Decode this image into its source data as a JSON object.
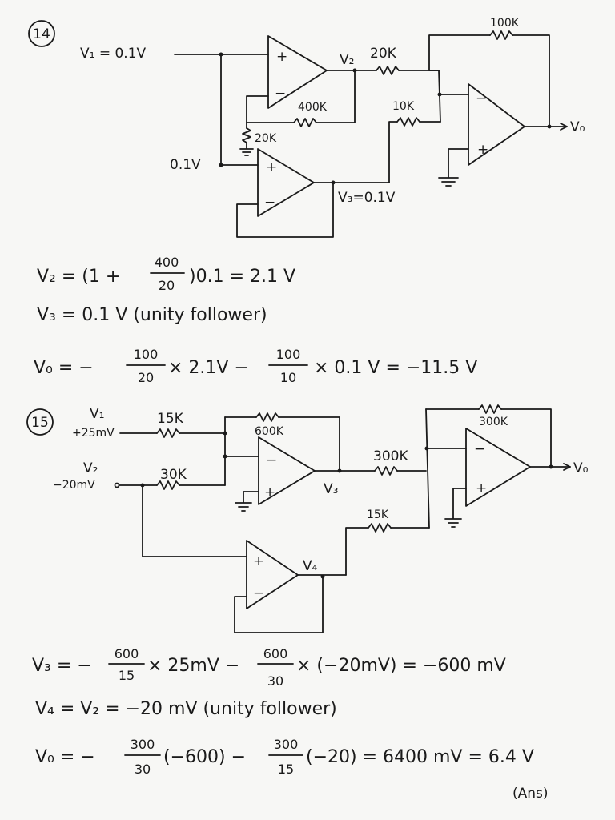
{
  "problem14": {
    "number": "14",
    "v1_label": "V₁ = 0.1V",
    "v2_label": "V₂",
    "r_20k_top": "20K",
    "r_100k": "100K",
    "r_400k": "400K",
    "r_10k": "10K",
    "r_20k_ground": "20K",
    "input_01": "0.1V",
    "v3_label": "V₃=0.1V",
    "vo_label": "V₀",
    "plus": "+",
    "minus": "−",
    "eq1_lhs": "V₂ = (1 +",
    "eq1_num": "400",
    "eq1_den": "20",
    "eq1_rhs": ")0.1 = 2.1 V",
    "eq2": "V₃ = 0.1 V (unity follower)",
    "eq3_lhs": "V₀ = −",
    "eq3_num1": "100",
    "eq3_den1": "20",
    "eq3_mid": "× 2.1V −",
    "eq3_num2": "100",
    "eq3_den2": "10",
    "eq3_rhs": "× 0.1 V = −11.5 V"
  },
  "problem15": {
    "number": "15",
    "v1_label": "V₁",
    "v1_value": "+25mV",
    "v2_label": "V₂",
    "v2_value": "−20mV",
    "r_15k_in": "15K",
    "r_600k": "600K",
    "r_30k": "30K",
    "r_300k_in": "300K",
    "r_300k_fb": "300K",
    "r_15k_b": "15K",
    "v3_label": "V₃",
    "v4_label": "V₄",
    "vo_label": "V₀",
    "eq1_lhs": "V₃ = −",
    "eq1_num1": "600",
    "eq1_den1": "15",
    "eq1_mid": "× 25mV −",
    "eq1_num2": "600",
    "eq1_den2": "30",
    "eq1_rhs": "× (−20mV) = −600 mV",
    "eq2": "V₄ = V₂ = −20 mV (unity follower)",
    "eq3_lhs": "V₀ = −",
    "eq3_num1": "300",
    "eq3_den1": "30",
    "eq3_mid": "(−600) −",
    "eq3_num2": "300",
    "eq3_den2": "15",
    "eq3_rhs": "(−20) = 6400 mV = 6.4 V",
    "ans": "(Ans)"
  }
}
